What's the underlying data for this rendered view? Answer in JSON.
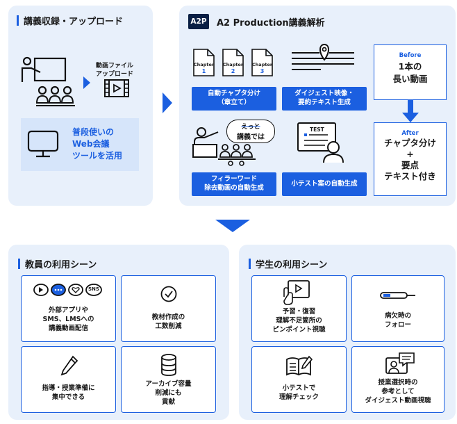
{
  "panel_recording": {
    "title": "講義収録・アップロード",
    "upload_label": "動画ファイル\nアップロード",
    "meeting_tool": "普段使いの\nWeb会議\nツールを活用"
  },
  "panel_analysis": {
    "logo": "A2P",
    "title": "A2 Production講義解析",
    "chapter_word": "Chapter",
    "chapter_nums": [
      "1",
      "2",
      "3"
    ],
    "auto_chapter": "自動チャプタ分け\n（章立て）",
    "digest": "ダイジェスト映像・\n要約テキスト生成",
    "bubble_strike": "えっと",
    "bubble_text": "講義では",
    "filler": "フィラーワード\n除去動画の自動生成",
    "test_badge": "TEST",
    "quiz": "小テスト案の自動生成",
    "before_head": "Before",
    "before_body": "1本の\n長い動画",
    "after_head": "After",
    "after_body": "チャプタ分け\n+\n要点\nテキスト付き"
  },
  "panel_teacher": {
    "title": "教員の利用シーン",
    "sns_badge": "SNS",
    "cards": [
      "外部アプリや\nSMS、LMSへの\n講義動画配信",
      "教材作成の\n工数削減",
      "指導・授業準備に\n集中できる",
      "アーカイブ容量\n削減にも\n貢献"
    ]
  },
  "panel_student": {
    "title": "学生の利用シーン",
    "cards": [
      "予習・復習\n理解不足箇所の\nピンポイント視聴",
      "病欠時の\nフォロー",
      "小テストで\n理解チェック",
      "授業選択時の\n参考として\nダイジェスト動画視聴"
    ]
  },
  "colors": {
    "accent": "#1b5fe0",
    "panel_bg": "#e8f0fb",
    "navy": "#0a1f44",
    "light_box": "#d6e5fa"
  }
}
